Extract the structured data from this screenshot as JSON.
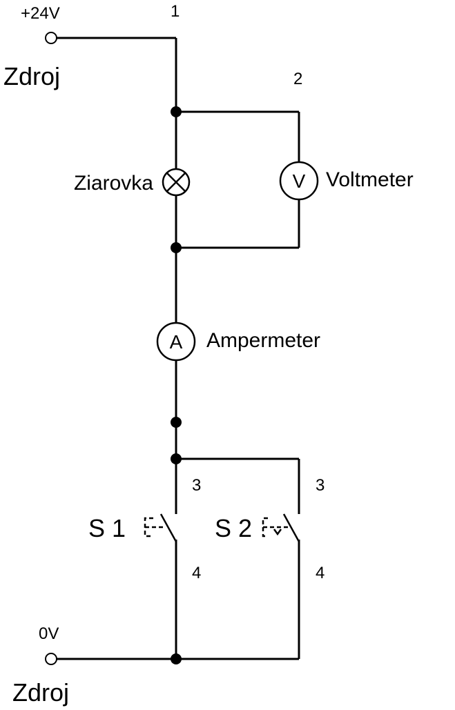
{
  "source": {
    "plus_label": "+24V",
    "zero_label": "0V",
    "top_name": "Zdroj",
    "bottom_name": "Zdroj"
  },
  "wires": {
    "w1": "1",
    "w2": "2",
    "s1_top": "3",
    "s2_top": "3",
    "s1_bottom": "4",
    "s2_bottom": "4"
  },
  "components": {
    "lamp": {
      "label": "Ziarovka"
    },
    "voltmeter": {
      "label": "Voltmeter",
      "symbol": "V"
    },
    "ammeter": {
      "label": "Ampermeter",
      "symbol": "A"
    },
    "switch1": {
      "label": "S 1",
      "actuator": "pushbutton"
    },
    "switch2": {
      "label": "S 2",
      "actuator": "roller"
    }
  }
}
